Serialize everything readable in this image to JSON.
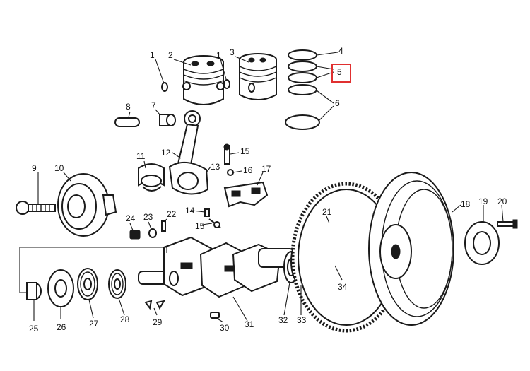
{
  "labels": [
    "1",
    "2",
    "1",
    "3",
    "4",
    "5",
    "6",
    "7",
    "8",
    "12",
    "11",
    "13",
    "15",
    "16",
    "17",
    "9",
    "10",
    "14",
    "15",
    "24",
    "23",
    "22",
    "21",
    "18",
    "19",
    "20",
    "34",
    "25",
    "26",
    "27",
    "28",
    "29",
    "30",
    "31",
    "32",
    "33"
  ],
  "highlighted_label": "5",
  "colors": {
    "ink": "#1a1a1a",
    "highlight": "#e03030",
    "paper": "#ffffff"
  }
}
